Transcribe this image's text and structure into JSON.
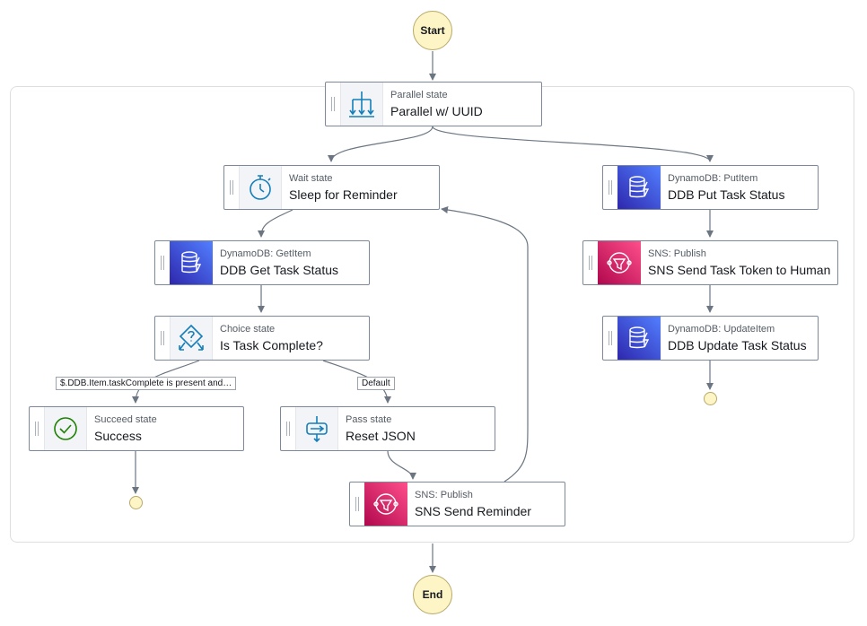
{
  "start_label": "Start",
  "end_label": "End",
  "nodes": {
    "parallel": {
      "type": "Parallel state",
      "title": "Parallel w/ UUID",
      "icon": "parallel-icon"
    },
    "wait": {
      "type": "Wait state",
      "title": "Sleep for Reminder",
      "icon": "stopwatch-icon"
    },
    "getitem": {
      "type": "DynamoDB: GetItem",
      "title": "DDB Get Task Status",
      "icon": "dynamodb-icon"
    },
    "choice": {
      "type": "Choice state",
      "title": "Is Task Complete?",
      "icon": "choice-icon"
    },
    "succeed": {
      "type": "Succeed state",
      "title": "Success",
      "icon": "check-circle-icon"
    },
    "pass": {
      "type": "Pass state",
      "title": "Reset JSON",
      "icon": "pass-icon"
    },
    "sns_reminder": {
      "type": "SNS: Publish",
      "title": "SNS Send Reminder",
      "icon": "sns-icon"
    },
    "putitem": {
      "type": "DynamoDB: PutItem",
      "title": "DDB Put Task Status",
      "icon": "dynamodb-icon"
    },
    "sns_token": {
      "type": "SNS: Publish",
      "title": "SNS Send Task Token to Human",
      "icon": "sns-icon"
    },
    "updateitem": {
      "type": "DynamoDB: UpdateItem",
      "title": "DDB Update Task Status",
      "icon": "dynamodb-icon"
    }
  },
  "edge_labels": {
    "condition": "$.DDB.Item.taskComplete is present and…",
    "default": "Default"
  },
  "colors": {
    "edge": "#6b7682",
    "terminal_fill": "#fdf5c6",
    "dynamodb": "#3b48cc",
    "sns": "#e7157b",
    "state_icon": "#147eba",
    "succeed_icon": "#1d8102"
  }
}
